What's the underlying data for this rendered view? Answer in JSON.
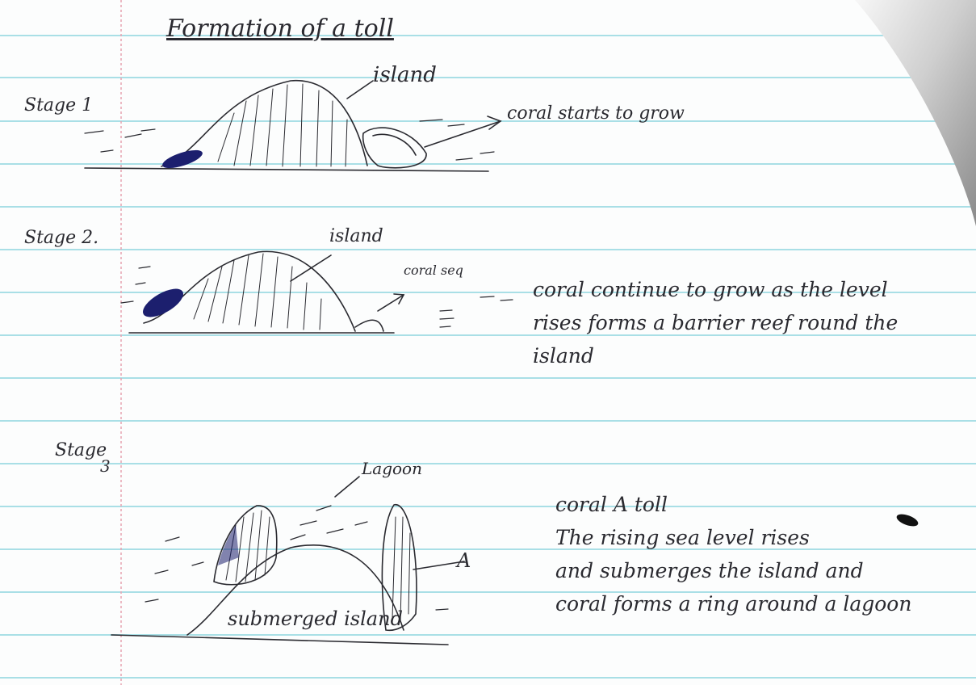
{
  "title": "Formation of a toll",
  "stages": {
    "stage1": "Stage 1",
    "stage2": "Stage 2.",
    "stage3": "Stage",
    "stage3_number": "3"
  },
  "labels": {
    "stage1_island": "island",
    "stage1_coral": "coral starts to grow",
    "stage2_island": "island",
    "stage2_coral": "coral seq",
    "stage3_lagoon": "Lagoon",
    "stage3_x": "A",
    "stage3_submerged": "submerged island"
  },
  "descriptions": {
    "stage2": [
      "coral continue to grow as the level",
      "rises forms a barrier reef round the",
      "island"
    ],
    "stage3": [
      "coral A toll",
      "The rising sea level rises",
      "and submerges the island and",
      "coral forms a ring around a lagoon"
    ]
  },
  "colors": {
    "paper": "#fcfdfd",
    "rule_line": "#a9dfe6",
    "margin_line": "#e7a3b2",
    "ink": "#2a2a30",
    "ink_blue": "#1c1f6e"
  }
}
